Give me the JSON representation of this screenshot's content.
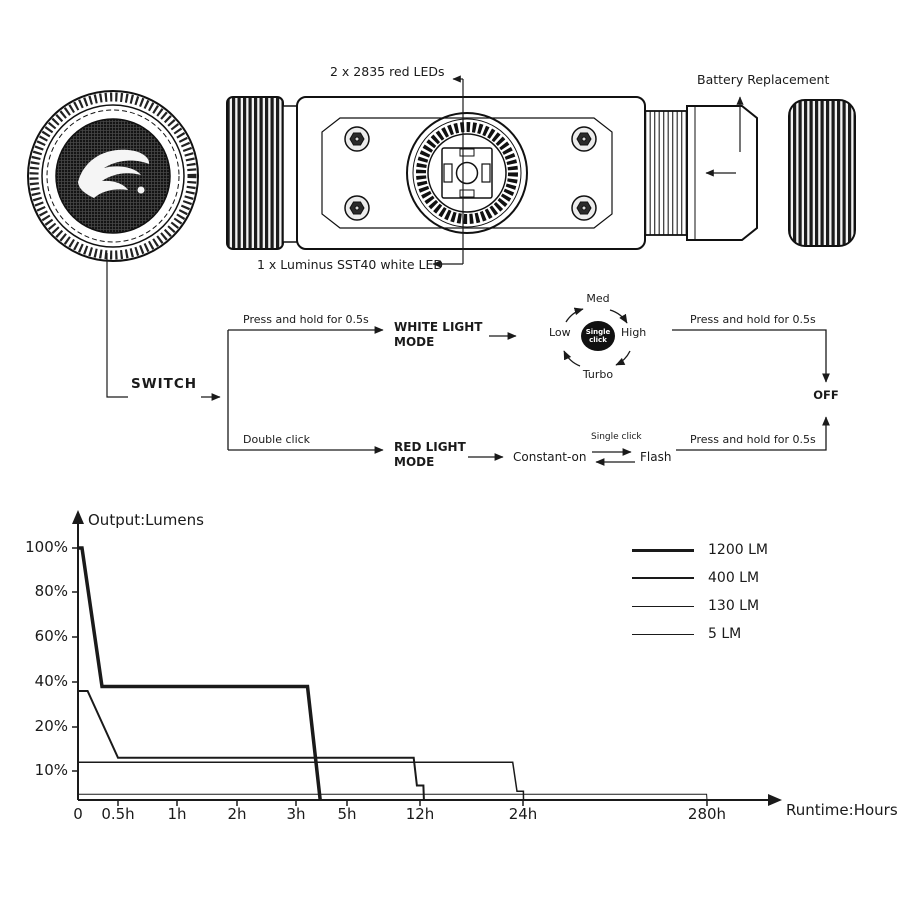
{
  "labels": {
    "red_leds": "2 x 2835 red LEDs",
    "battery": "Battery Replacement",
    "white_led": "1 x Luminus SST40 white LED"
  },
  "flow": {
    "switch": "SWITCH",
    "press_hold_top": "Press and hold for 0.5s",
    "press_hold_right_top": "Press and hold for 0.5s",
    "press_hold_right_bottom": "Press and hold for 0.5s",
    "double_click": "Double click",
    "white_mode": [
      "WHITE LIGHT",
      "MODE"
    ],
    "red_mode": [
      "RED LIGHT",
      "MODE"
    ],
    "modes": {
      "top": "Med",
      "left": "Low",
      "right": "High",
      "bottom": "Turbo",
      "center": [
        "Single",
        "click"
      ]
    },
    "constant_on": "Constant-on",
    "single_click": "Single click",
    "flash": "Flash",
    "off": "OFF"
  },
  "chart_data": {
    "type": "line",
    "title": "Output:Lumens",
    "xlabel": "Runtime:Hours",
    "x_tick_labels": [
      "0",
      "0.5h",
      "1h",
      "2h",
      "3h",
      "5h",
      "12h",
      "24h",
      "280h"
    ],
    "x_tick_hours": [
      0,
      0.5,
      1,
      2,
      3,
      5,
      12,
      24,
      280
    ],
    "y_tick_labels": [
      "100%",
      "80%",
      "60%",
      "40%",
      "20%",
      "10%"
    ],
    "y_tick_percents": [
      100,
      80,
      60,
      40,
      20,
      10
    ],
    "x_axis_nonlinear": true,
    "grid": false,
    "legend_position": "top-right",
    "line_color": "#1a1a1a",
    "series": [
      {
        "name": "1200 LM",
        "weight": 3.5,
        "points": [
          [
            0,
            100
          ],
          [
            0.05,
            100
          ],
          [
            0.3,
            38
          ],
          [
            3.45,
            38
          ],
          [
            3.95,
            0
          ]
        ]
      },
      {
        "name": "400 LM",
        "weight": 2,
        "points": [
          [
            0,
            36
          ],
          [
            0.12,
            36
          ],
          [
            0.5,
            13
          ],
          [
            11.4,
            13
          ],
          [
            11.7,
            5
          ],
          [
            12.4,
            5
          ],
          [
            12.45,
            0
          ]
        ]
      },
      {
        "name": "130 LM",
        "weight": 1.5,
        "points": [
          [
            0,
            12
          ],
          [
            22.8,
            12
          ],
          [
            23.3,
            3
          ],
          [
            24.6,
            3
          ],
          [
            24.65,
            0
          ]
        ]
      },
      {
        "name": "5 LM",
        "weight": 1,
        "points": [
          [
            0,
            2
          ],
          [
            279.5,
            2
          ],
          [
            280,
            0
          ]
        ]
      }
    ]
  }
}
